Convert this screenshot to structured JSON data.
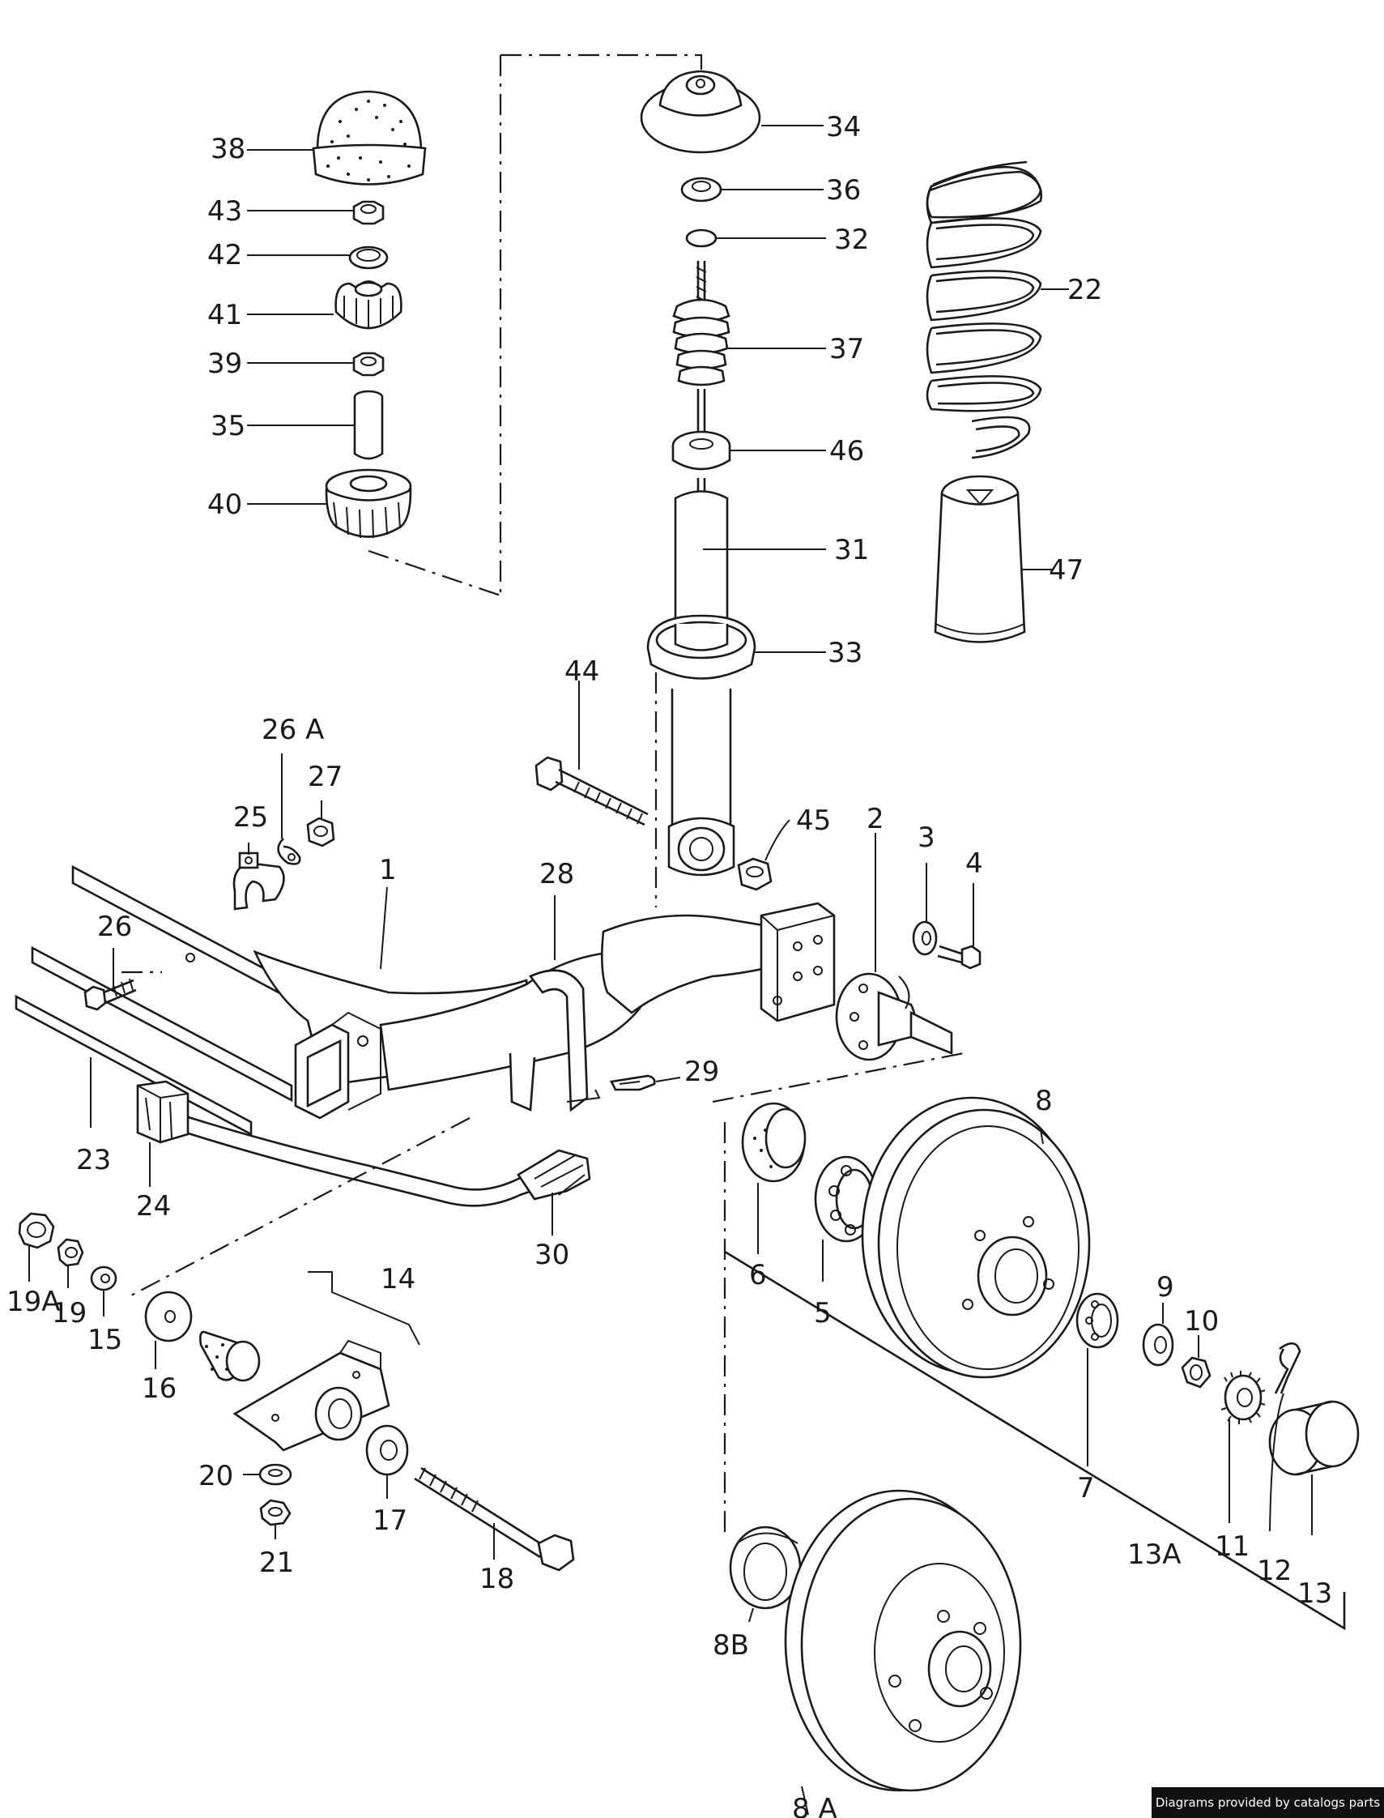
{
  "callouts": [
    {
      "id": "38",
      "text": "38"
    },
    {
      "id": "43",
      "text": "43"
    },
    {
      "id": "42",
      "text": "42"
    },
    {
      "id": "41",
      "text": "41"
    },
    {
      "id": "39",
      "text": "39"
    },
    {
      "id": "35",
      "text": "35"
    },
    {
      "id": "40",
      "text": "40"
    },
    {
      "id": "34",
      "text": "34"
    },
    {
      "id": "36",
      "text": "36"
    },
    {
      "id": "32",
      "text": "32"
    },
    {
      "id": "37",
      "text": "37"
    },
    {
      "id": "46",
      "text": "46"
    },
    {
      "id": "31",
      "text": "31"
    },
    {
      "id": "33",
      "text": "33"
    },
    {
      "id": "22",
      "text": "22"
    },
    {
      "id": "47",
      "text": "47"
    },
    {
      "id": "44",
      "text": "44"
    },
    {
      "id": "45",
      "text": "45"
    },
    {
      "id": "26A",
      "text": "26 A"
    },
    {
      "id": "27",
      "text": "27"
    },
    {
      "id": "25",
      "text": "25"
    },
    {
      "id": "26",
      "text": "26"
    },
    {
      "id": "1",
      "text": "1"
    },
    {
      "id": "28",
      "text": "28"
    },
    {
      "id": "2",
      "text": "2"
    },
    {
      "id": "3",
      "text": "3"
    },
    {
      "id": "4",
      "text": "4"
    },
    {
      "id": "29",
      "text": "29"
    },
    {
      "id": "23",
      "text": "23"
    },
    {
      "id": "24",
      "text": "24"
    },
    {
      "id": "30",
      "text": "30"
    },
    {
      "id": "8",
      "text": "8"
    },
    {
      "id": "6",
      "text": "6"
    },
    {
      "id": "5",
      "text": "5"
    },
    {
      "id": "9",
      "text": "9"
    },
    {
      "id": "10",
      "text": "10"
    },
    {
      "id": "7",
      "text": "7"
    },
    {
      "id": "11",
      "text": "11"
    },
    {
      "id": "12",
      "text": "12"
    },
    {
      "id": "13",
      "text": "13"
    },
    {
      "id": "13A",
      "text": "13A"
    },
    {
      "id": "19A",
      "text": "19A"
    },
    {
      "id": "19",
      "text": "19"
    },
    {
      "id": "15",
      "text": "15"
    },
    {
      "id": "16",
      "text": "16"
    },
    {
      "id": "14",
      "text": "14"
    },
    {
      "id": "20",
      "text": "20"
    },
    {
      "id": "21",
      "text": "21"
    },
    {
      "id": "17",
      "text": "17"
    },
    {
      "id": "18",
      "text": "18"
    },
    {
      "id": "8B",
      "text": "8B"
    },
    {
      "id": "8A",
      "text": "8 A"
    }
  ],
  "watermark": "Diagrams provided by catalogs parts"
}
